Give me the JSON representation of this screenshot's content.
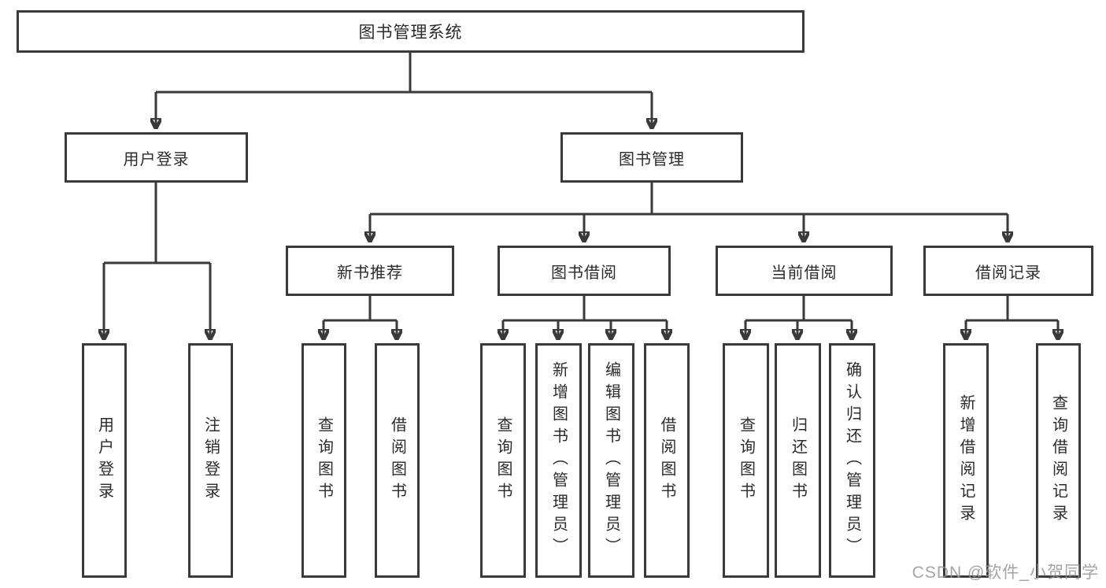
{
  "diagram_title": "图书管理系统",
  "nodes": {
    "root": "图书管理系统",
    "level2": [
      "用户登录",
      "图书管理"
    ],
    "level3": [
      "新书推荐",
      "图书借阅",
      "当前借阅",
      "借阅记录"
    ],
    "leaves": [
      "用户登录",
      "注销登录",
      "查询图书",
      "借阅图书",
      "查询图书",
      "新增图书（管理员）",
      "编辑图书（管理员）",
      "借阅图书",
      "查询图书",
      "归还图书",
      "确认归还（管理员）",
      "新增借阅记录",
      "查询借阅记录"
    ]
  },
  "watermark": "CSDN @软件_小贺同学",
  "colors": {
    "line": "#3a3a3a",
    "text": "#2b2b2b",
    "watermark": "#949494"
  }
}
